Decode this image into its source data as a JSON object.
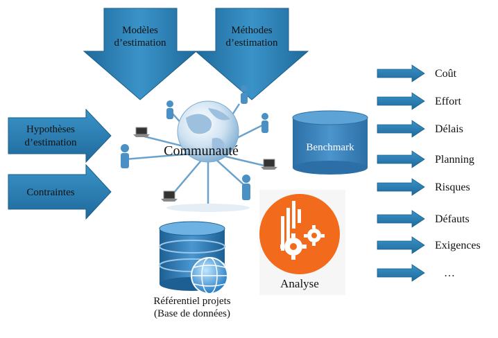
{
  "inputs_top": [
    {
      "line1": "Modèles",
      "line2": "d’estimation"
    },
    {
      "line1": "Méthodes",
      "line2": "d’estimation"
    }
  ],
  "inputs_left": [
    {
      "line1": "Hypothèses",
      "line2": "d’estimation"
    },
    {
      "line1": "Contraintes",
      "line2": ""
    }
  ],
  "center": {
    "label": "Communauté"
  },
  "benchmark": {
    "label": "Benchmark"
  },
  "analysis": {
    "label": "Analyse"
  },
  "repository": {
    "line1": "Référentiel projets",
    "line2": "(Base de données)"
  },
  "outputs": [
    "Coût",
    "Effort",
    "Délais",
    "Planning",
    "Risques",
    "Défauts",
    "Exigences",
    "…"
  ],
  "colors": {
    "arrow": "#2a7fb2",
    "arrow_dark": "#1b5f8a",
    "analysis": "#f26a1b",
    "person": "#4a90c4"
  },
  "icons": [
    "globe-icon",
    "person-icon",
    "laptop-icon",
    "database-icon",
    "gear-icon"
  ]
}
